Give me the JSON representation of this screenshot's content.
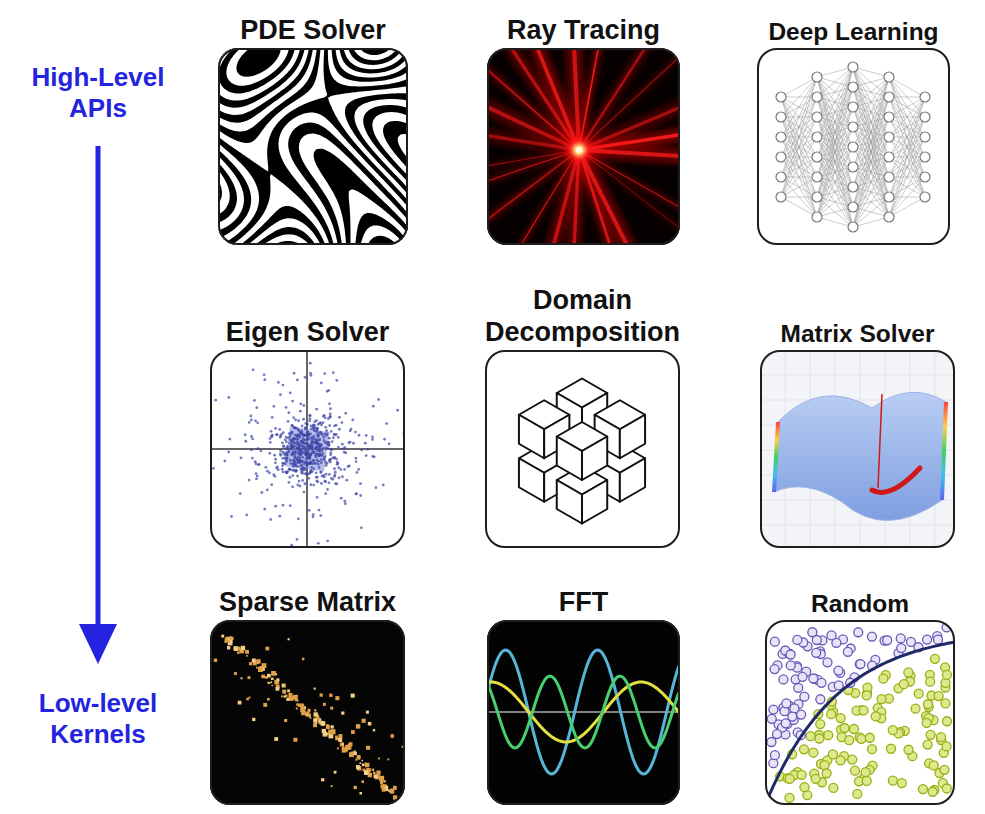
{
  "diagram": {
    "nodes": [
      {
        "text": [
          "PDE Solver"
        ]
      },
      {
        "text": [
          "Ray Tracing"
        ]
      },
      {
        "text": [
          "Deep Learning"
        ]
      },
      {
        "text": [
          "Eigen Solver"
        ]
      },
      {
        "text": [
          "Domain Decomposition"
        ]
      },
      {
        "text": [
          "Matrix Solver"
        ]
      },
      {
        "text": [
          "Sparse Matrix"
        ]
      },
      {
        "text": [
          "FFT"
        ]
      },
      {
        "text": [
          "Random"
        ]
      }
    ],
    "labels": [
      "High-Level APIs",
      "Low-level Kernels"
    ]
  }
}
